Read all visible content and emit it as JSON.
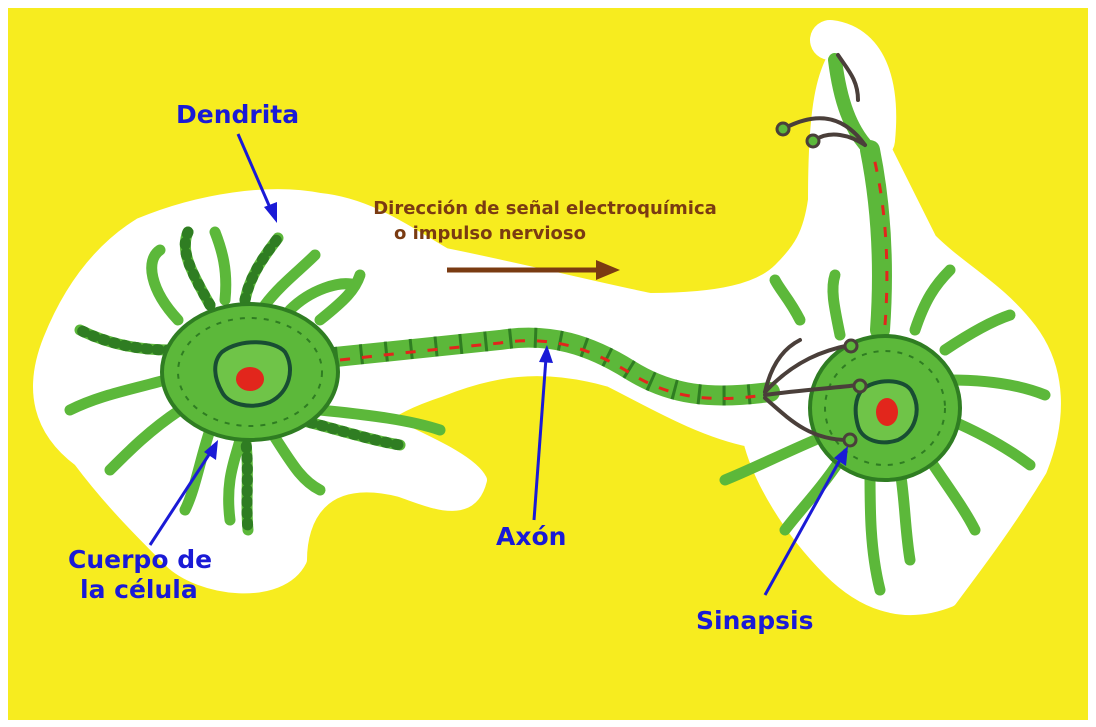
{
  "labels": {
    "dendrita": "Dendrita",
    "direction_line1": "Dirección de señal electroquímica",
    "direction_line2": "o impulso nervioso",
    "axon": "Axón",
    "cell_body_line1": "Cuerpo de",
    "cell_body_line2": "la célula",
    "sinapsis": "Sinapsis"
  },
  "colors": {
    "paper_yellow": "#f7ec1f",
    "cutout_white": "#ffffff",
    "neuron_green": "#5cb83a",
    "neuron_dark_green": "#2f7d22",
    "nucleus_red": "#e2261c",
    "label_blue": "#1a1ad6",
    "signal_brown": "#7a3b12",
    "synapse_gray": "#4a3f3a"
  }
}
